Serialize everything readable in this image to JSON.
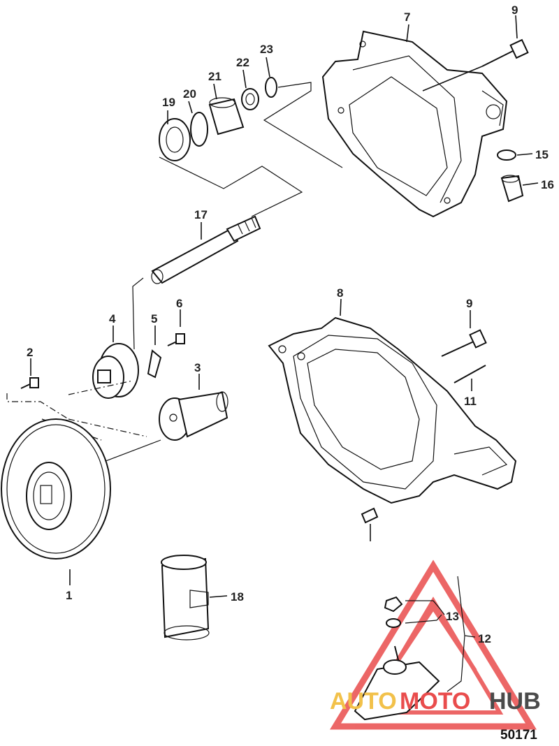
{
  "callouts": [
    {
      "id": "c1",
      "text": "1"
    },
    {
      "id": "c2",
      "text": "2"
    },
    {
      "id": "c3",
      "text": "3"
    },
    {
      "id": "c4",
      "text": "4"
    },
    {
      "id": "c5",
      "text": "5"
    },
    {
      "id": "c6",
      "text": "6"
    },
    {
      "id": "c7",
      "text": "7"
    },
    {
      "id": "c8",
      "text": "8"
    },
    {
      "id": "c9a",
      "text": "9"
    },
    {
      "id": "c9b",
      "text": "9"
    },
    {
      "id": "c11",
      "text": "11"
    },
    {
      "id": "c12",
      "text": "12"
    },
    {
      "id": "c13",
      "text": "13"
    },
    {
      "id": "c15",
      "text": "15"
    },
    {
      "id": "c16",
      "text": "16"
    },
    {
      "id": "c17",
      "text": "17"
    },
    {
      "id": "c18",
      "text": "18"
    },
    {
      "id": "c19",
      "text": "19"
    },
    {
      "id": "c20",
      "text": "20"
    },
    {
      "id": "c21",
      "text": "21"
    },
    {
      "id": "c22",
      "text": "22"
    },
    {
      "id": "c23",
      "text": "23"
    }
  ],
  "figure_number": "50171",
  "watermark": {
    "part1": "AUTO",
    "part2": "MOTO",
    "part3": "HUB",
    "colors": {
      "auto": "#f2c14a",
      "moto": "#e94c4c",
      "hub": "#4a4a4a"
    }
  }
}
